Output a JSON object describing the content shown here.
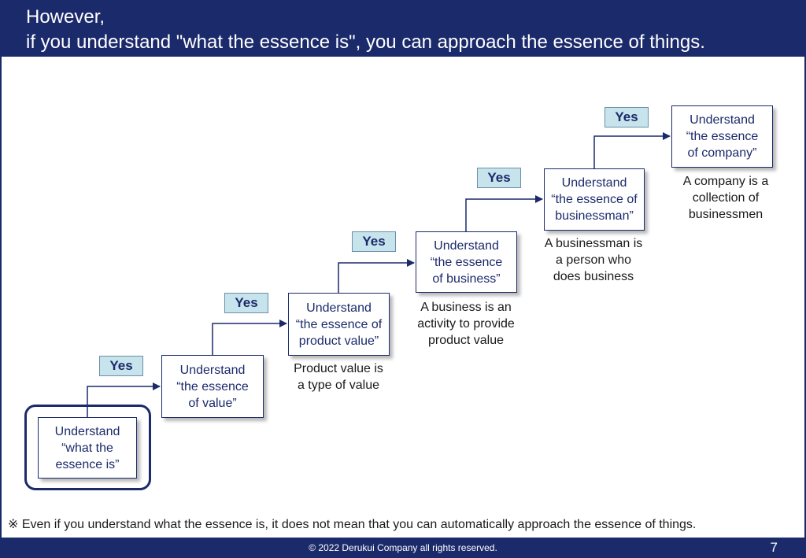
{
  "header": {
    "title_line1": "However,",
    "title_line2": "if you understand \"what the essence is\", you can approach the essence of things."
  },
  "steps": [
    {
      "lines": [
        "Understand",
        "“what the",
        "essence is”"
      ]
    },
    {
      "lines": [
        "Understand",
        "“the essence",
        "of value”"
      ]
    },
    {
      "lines": [
        "Understand",
        "“the essence of",
        "product value”"
      ]
    },
    {
      "lines": [
        "Understand",
        "“the essence",
        "of business”"
      ]
    },
    {
      "lines": [
        "Understand",
        "“the essence of",
        "businessman”"
      ]
    },
    {
      "lines": [
        "Understand",
        "“the essence",
        "of company”"
      ]
    }
  ],
  "yes_label": "Yes",
  "captions": [
    {
      "lines": [
        "Product value is",
        "a type of value"
      ]
    },
    {
      "lines": [
        "A business is an",
        "activity to provide",
        "product value"
      ]
    },
    {
      "lines": [
        "A businessman is",
        "a person who",
        "does business"
      ]
    },
    {
      "lines": [
        "A company is a",
        "collection of",
        "businessmen"
      ]
    }
  ],
  "note": "※ Even if you understand what the essence is, it does not mean that you can automatically approach the essence of things.",
  "footer": {
    "copyright": "© 2022 Derukui Company all rights reserved.",
    "page_number": "7"
  },
  "colors": {
    "navy": "#1b2a6b",
    "yes_fill": "#c7e3ec"
  }
}
